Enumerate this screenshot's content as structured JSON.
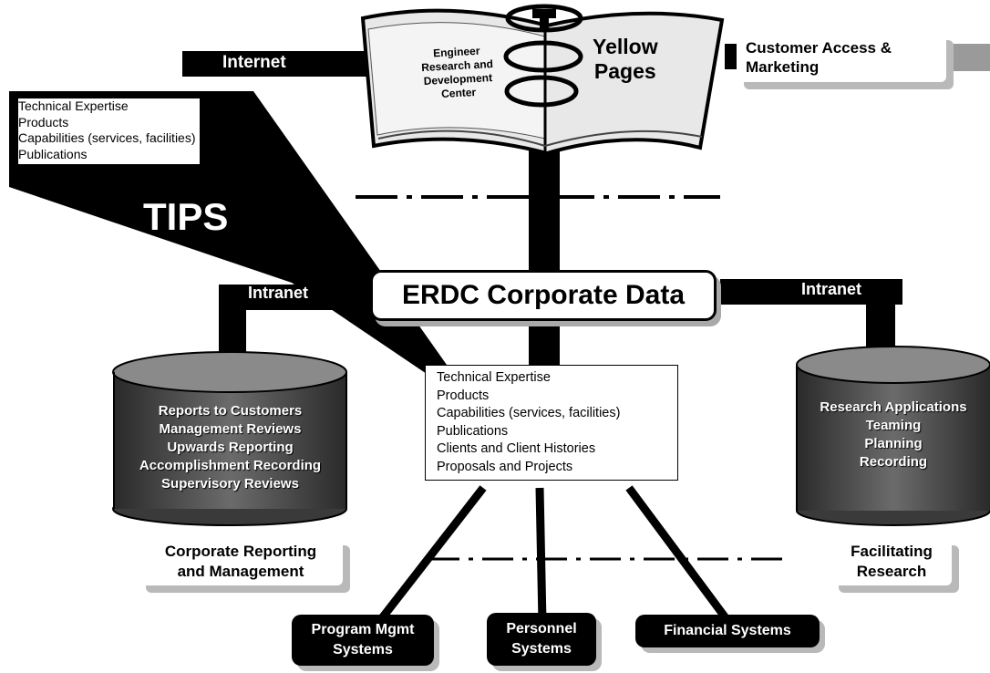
{
  "yellow_pages": {
    "title_line1": "Yellow",
    "title_line2": "Pages",
    "center_lines": [
      "Engineer",
      "Research and",
      "Development",
      "Center"
    ]
  },
  "labels": {
    "internet": "Internet",
    "intranet_left": "Intranet",
    "intranet_right": "Intranet",
    "customer_access": [
      "Customer Access &",
      "Marketing"
    ],
    "tips": "TIPS",
    "corporate_data": "ERDC Corporate Data",
    "corporate_reporting": [
      "Corporate Reporting",
      "and Management"
    ],
    "facilitating_research": [
      "Facilitating",
      "Research"
    ]
  },
  "tips_list": [
    "Technical Expertise",
    "Products",
    "Capabilities (services, facilities)",
    "Publications"
  ],
  "corporate_list": [
    "Technical Expertise",
    "Products",
    "Capabilities (services, facilities)",
    "Publications",
    "Clients and Client Histories",
    "Proposals and Projects"
  ],
  "left_cylinder": [
    "Reports to Customers",
    "Management Reviews",
    "Upwards Reporting",
    "Accomplishment Recording",
    "Supervisory Reviews"
  ],
  "right_cylinder": [
    "Research Applications",
    "Teaming",
    "Planning",
    "Recording"
  ],
  "systems": {
    "program": [
      "Program Mgmt",
      "Systems"
    ],
    "personnel": [
      "Personnel",
      "Systems"
    ],
    "financial": "Financial Systems"
  }
}
